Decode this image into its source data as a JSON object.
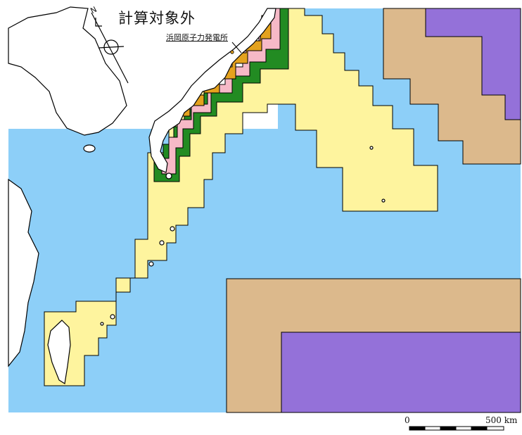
{
  "labels": {
    "outside_area": "計算対象外",
    "plant": "浜岡原子力発電所",
    "compass_north": "N"
  },
  "scale_bar": {
    "start": "0",
    "end": "500 km"
  },
  "zone_colors": {
    "sea": "#8dcff8",
    "zone_yellow": "#fef49e",
    "zone_tan": "#dcb98c",
    "zone_purple": "#9471d9",
    "zone_green": "#228b22",
    "zone_orange": "#e4a21e",
    "zone_pink": "#f6b9c7",
    "land": "#ffffff"
  },
  "icons": {
    "compass": "compass-rose-icon",
    "plant_marker": "plant-marker-icon"
  }
}
